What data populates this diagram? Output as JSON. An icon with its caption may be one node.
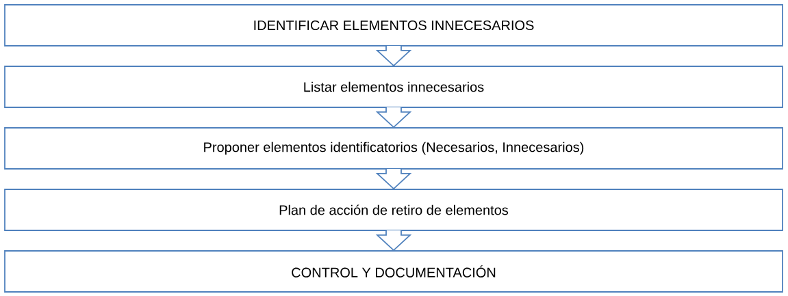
{
  "diagram": {
    "nodes": [
      {
        "text": [
          "IDENTIFICAR ELEMENTOS INNECESARIOS"
        ]
      },
      {
        "text": [
          "Listar elementos innecesarios"
        ]
      },
      {
        "text": [
          "Proponer elementos identificatorios (Necesarios, Innecesarios)"
        ]
      },
      {
        "text": [
          "Plan de acción de retiro de elementos"
        ]
      },
      {
        "text": [
          "CONTROL Y DOCUMENTACIÓN"
        ]
      }
    ],
    "edges": [
      {
        "from": 0,
        "to": 1,
        "arrow": "to"
      },
      {
        "from": 1,
        "to": 2,
        "arrow": "to"
      },
      {
        "from": 2,
        "to": 3,
        "arrow": "to"
      },
      {
        "from": 3,
        "to": 4,
        "arrow": "to"
      }
    ]
  }
}
